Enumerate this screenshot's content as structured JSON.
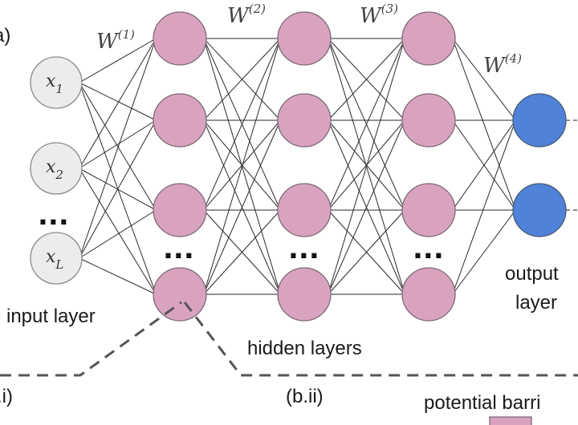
{
  "panel_label": "a)",
  "labels": {
    "input_layer": "input layer",
    "hidden_layers": "hidden layers",
    "output_layer_line1": "output",
    "output_layer_line2": "layer",
    "panel_b_i": ".i)",
    "panel_b_ii": "(b.ii)",
    "potential_barrier": "potential barri"
  },
  "weights": [
    {
      "base": "W",
      "sup": "(1)"
    },
    {
      "base": "W",
      "sup": "(2)"
    },
    {
      "base": "W",
      "sup": "(3)"
    },
    {
      "base": "W",
      "sup": "(4)"
    }
  ],
  "inputs": [
    {
      "base": "x",
      "sub": "1"
    },
    {
      "base": "x",
      "sub": "2"
    },
    {
      "base": "x",
      "sub": "L"
    }
  ],
  "ellipsis": "...",
  "colors": {
    "hidden_node": "#d9a3bf",
    "input_node": "#ececec",
    "output_node": "#4f82d8"
  }
}
